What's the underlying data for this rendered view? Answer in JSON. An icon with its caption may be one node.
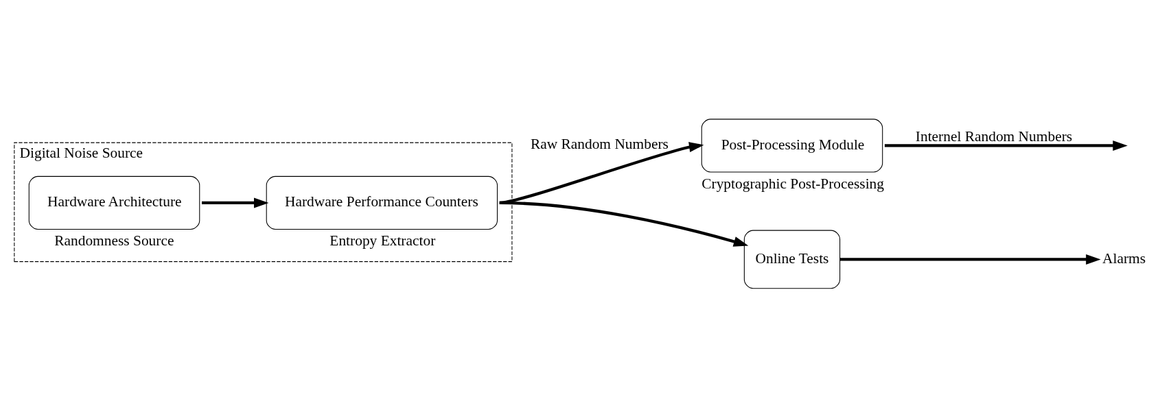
{
  "diagram": {
    "nodes": [
      {
        "text": [
          "Digital Noise Source"
        ]
      },
      {
        "text": [
          "Hardware Architecture"
        ],
        "in": 0,
        "beside": [
          "Randomness Source"
        ]
      },
      {
        "text": [
          "Hardware Performance Counters"
        ],
        "in": 0,
        "beside": [
          "Entropy Extractor"
        ]
      },
      {
        "text": [
          "Post-Processing Module"
        ],
        "beside": [
          "Cryptographic Post-Processing"
        ]
      },
      {
        "text": [
          "Online Tests"
        ]
      },
      {
        "text": [
          "Alarms"
        ]
      }
    ],
    "edges": [
      {
        "from": 1,
        "to": 2,
        "arrow": "to"
      },
      {
        "from": 2,
        "to": 3,
        "arrow": "to",
        "label": "Raw Random Numbers"
      },
      {
        "from": 2,
        "to": 4,
        "arrow": "to"
      },
      {
        "from": 3,
        "to": null,
        "arrow": "to",
        "label": "Internel Random Numbers"
      },
      {
        "from": 4,
        "to": 5,
        "arrow": "to"
      }
    ]
  }
}
